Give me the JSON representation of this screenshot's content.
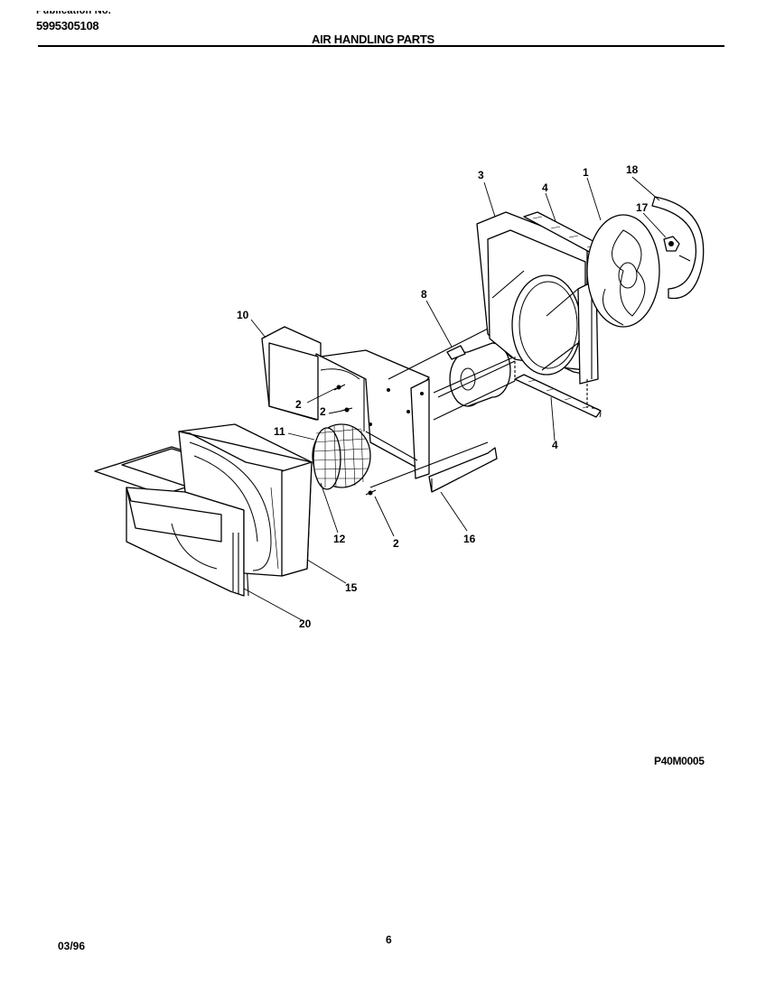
{
  "header": {
    "publication_label": "Publication No.",
    "publication_number": "5995305108",
    "section_title": "AIR HANDLING PARTS"
  },
  "diagram": {
    "code": "P40M0005",
    "callouts": [
      "1",
      "2",
      "2",
      "2",
      "3",
      "4",
      "4",
      "8",
      "10",
      "11",
      "12",
      "15",
      "16",
      "17",
      "18",
      "20"
    ]
  },
  "footer": {
    "date": "03/96",
    "page": "6"
  }
}
